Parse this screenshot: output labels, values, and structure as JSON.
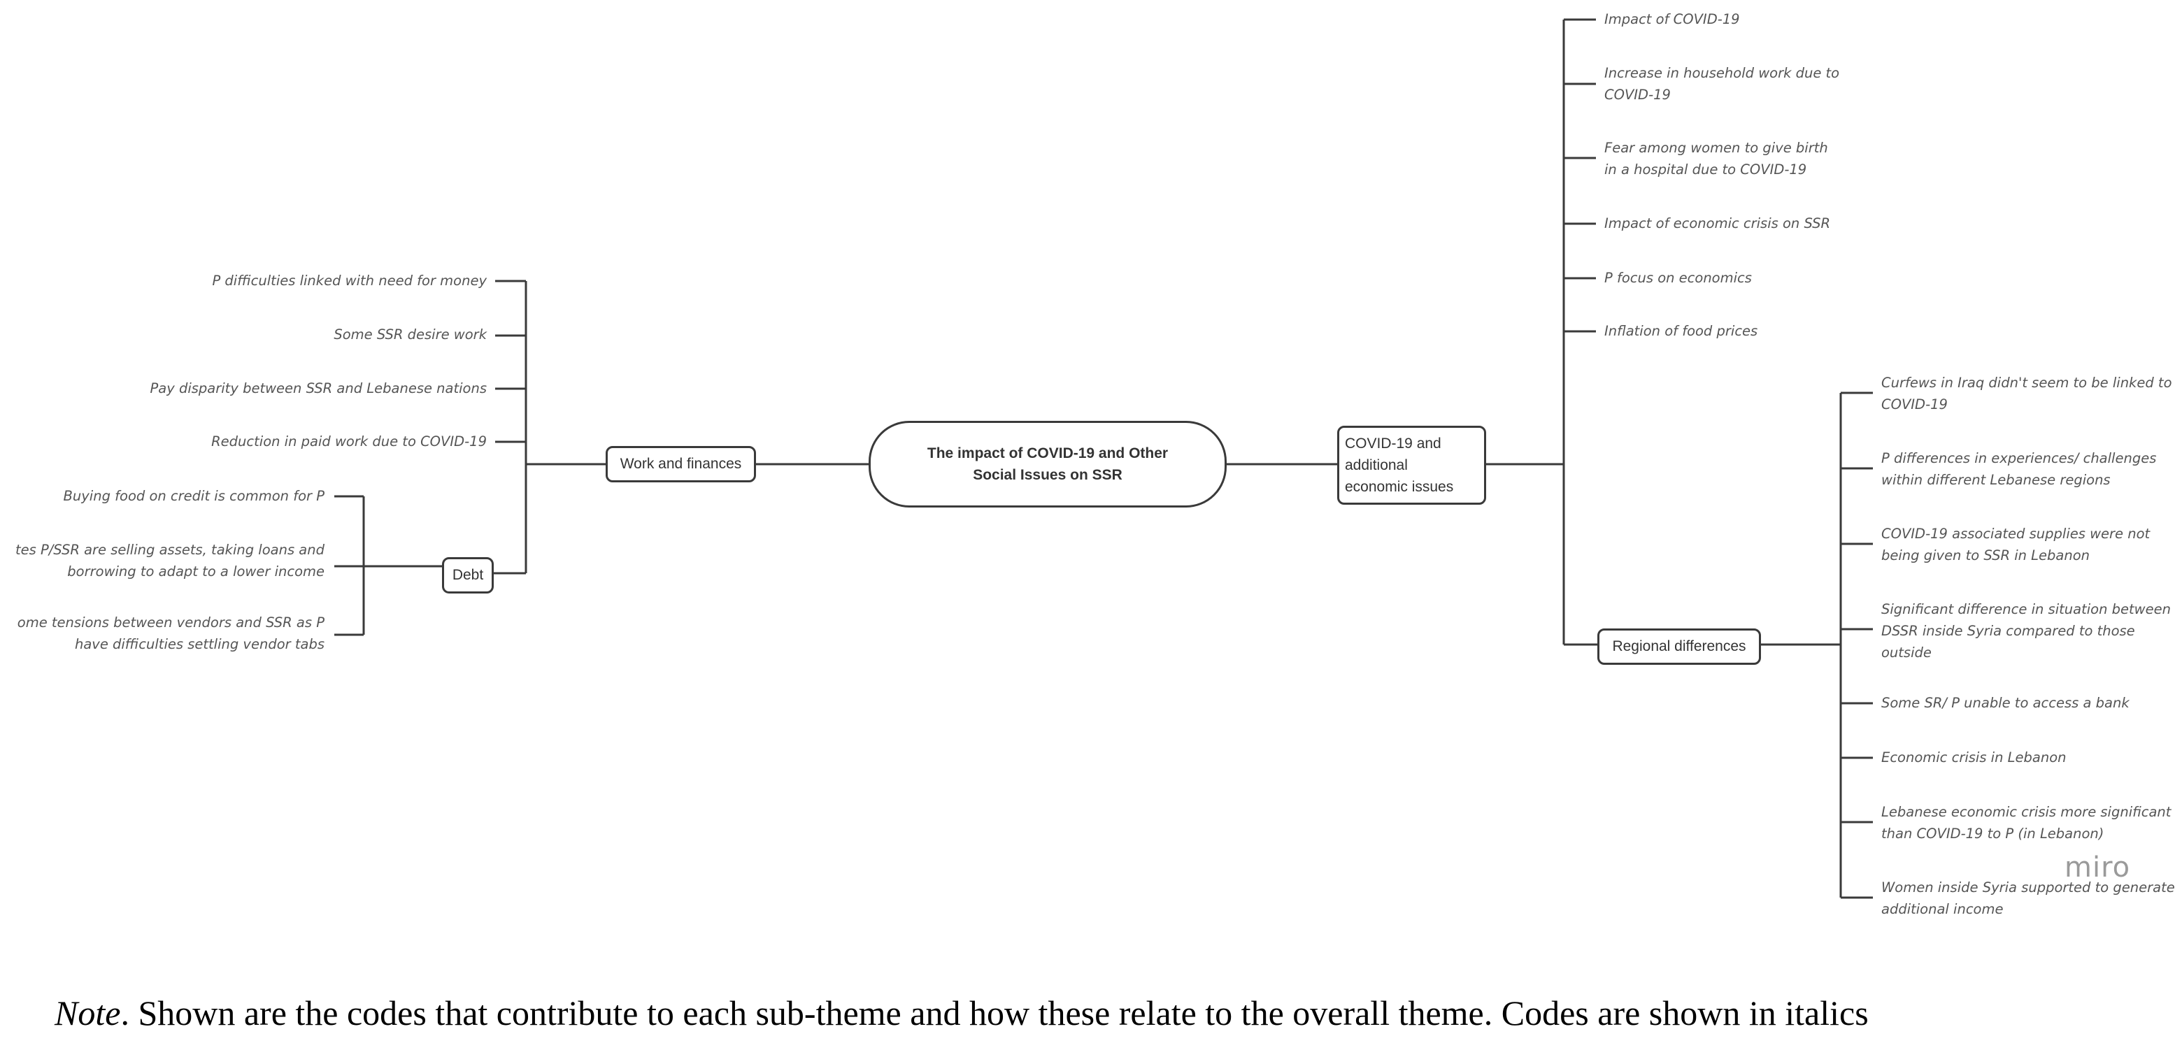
{
  "center_theme": "The impact of COVID-19 and Other\nSocial Issues on SSR",
  "subthemes": {
    "work_finances": "Work and finances",
    "debt": "Debt",
    "covid_economic": "COVID-19 and\nadditional\neconomic issues",
    "regional": "Regional differences"
  },
  "codes": {
    "work": [
      "P difficulties linked with need for money",
      "Some SSR desire work",
      "Pay disparity between SSR and Lebanese nations",
      "Reduction in paid work due to COVID-19"
    ],
    "debt": [
      "Buying food on credit is common for P",
      "tes P/SSR are selling assets, taking loans and\nborrowing to adapt to a lower income",
      "ome tensions between vendors and SSR as P\nhave difficulties settling vendor tabs"
    ],
    "covid": [
      "Impact of COVID-19",
      "Increase in household work due to\nCOVID-19",
      "Fear among women to give birth\nin a hospital due to COVID-19",
      "Impact of economic crisis on SSR",
      "P focus on economics",
      "Inflation of food prices"
    ],
    "regional": [
      "Curfews in Iraq didn't seem to be linked to\nCOVID-19",
      "P differences in experiences/ challenges\nwithin different Lebanese regions",
      "COVID-19 associated supplies were not\nbeing given to SSR in Lebanon",
      "Significant difference in situation between\nDSSR inside Syria compared to those\noutside",
      "Some SR/ P unable to access a bank",
      "Economic crisis in Lebanon",
      "Lebanese economic crisis more significant\nthan COVID-19 to P (in Lebanon)",
      "Women inside Syria supported to generate\nadditional income"
    ]
  },
  "brand": "miro",
  "note": {
    "label": "Note",
    "text": ". Shown are the codes that contribute to each sub-theme and how these relate to the overall theme. Codes are shown in italics"
  },
  "colors": {
    "line": "#3a3a3a",
    "code_text": "#555555",
    "logo": "#9a9a9a"
  }
}
